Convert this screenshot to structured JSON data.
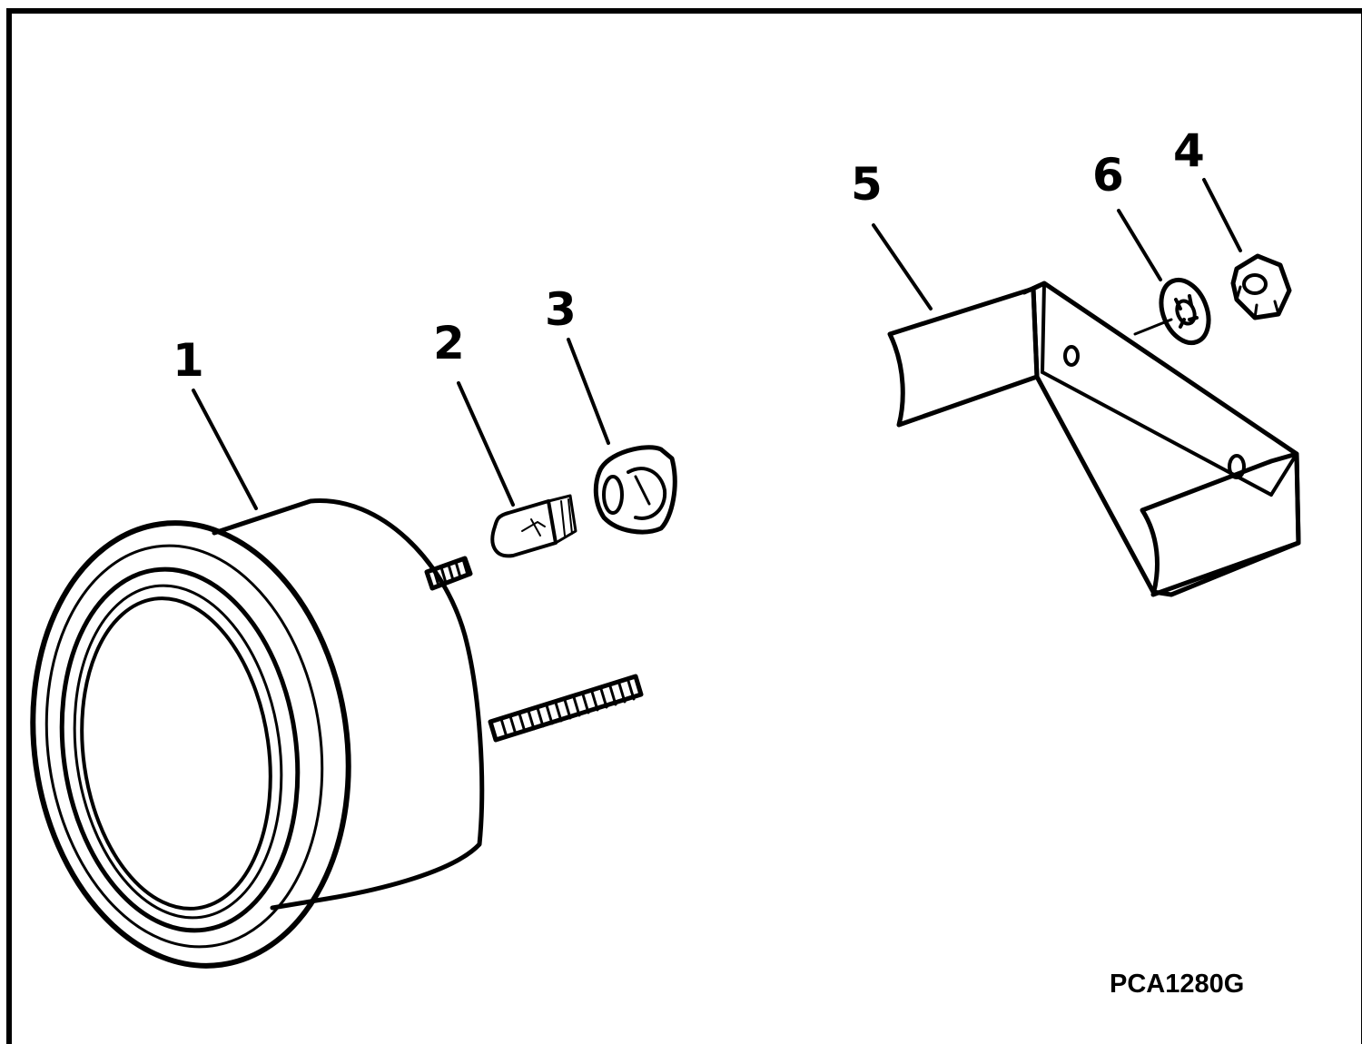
{
  "callouts": [
    {
      "id": "1",
      "label": "1"
    },
    {
      "id": "2",
      "label": "2"
    },
    {
      "id": "3",
      "label": "3"
    },
    {
      "id": "4",
      "label": "4"
    },
    {
      "id": "5",
      "label": "5"
    },
    {
      "id": "6",
      "label": "6"
    }
  ],
  "figure_code": "PCA1280G",
  "colors": {
    "ink": "#000000",
    "paper": "#ffffff"
  }
}
